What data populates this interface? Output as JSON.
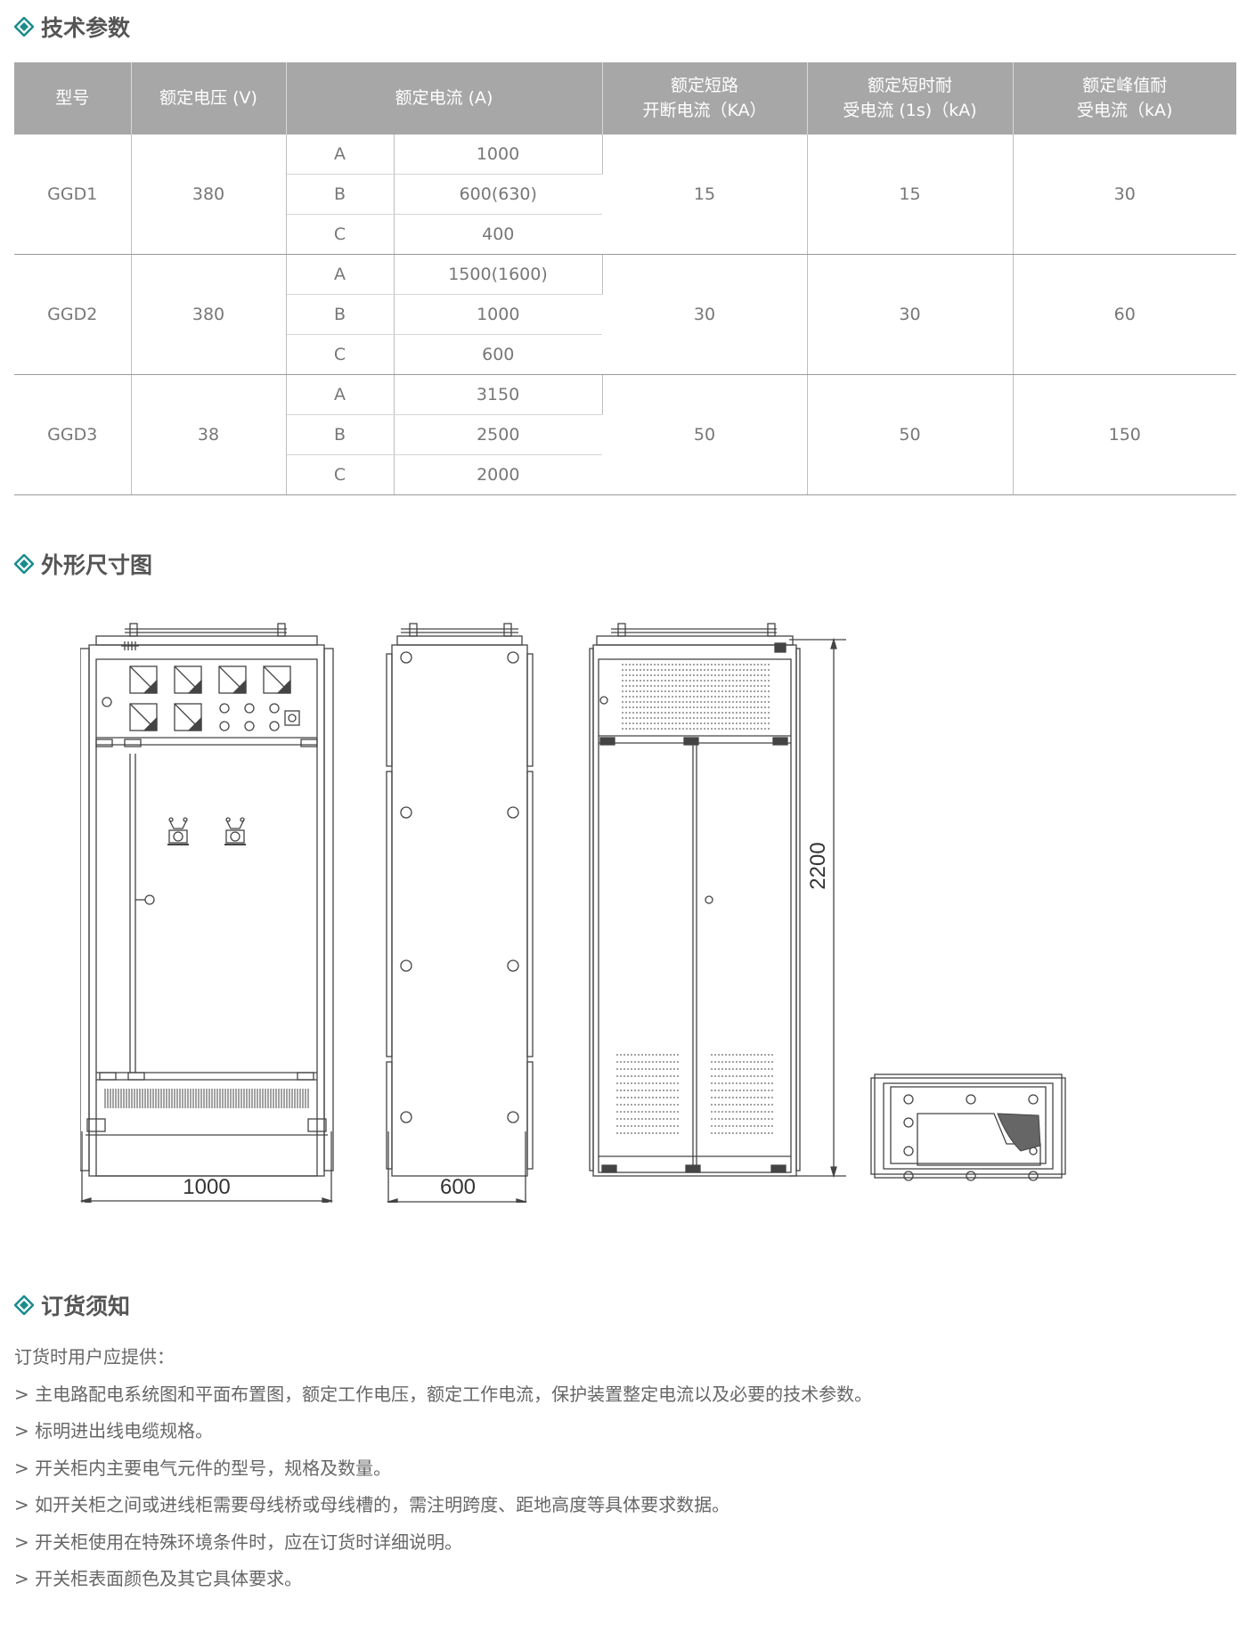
{
  "sections": {
    "tech": "技术参数",
    "dims": "外形尺寸图",
    "order": "订货须知"
  },
  "table": {
    "headers": {
      "model": "型号",
      "voltage": "额定电压 (V)",
      "current": "额定电流 (A)",
      "breaking_l1": "额定短路",
      "breaking_l2": "开断电流（KA）",
      "short_l1": "额定短时耐",
      "short_l2": "受电流 (1s)（kA)",
      "peak_l1": "额定峰值耐",
      "peak_l2": "受电流（kA)"
    },
    "rows": [
      {
        "model": "GGD1",
        "voltage": "380",
        "breaking": "15",
        "short": "15",
        "peak": "30",
        "currents": [
          {
            "grade": "A",
            "value": "1000"
          },
          {
            "grade": "B",
            "value": "600(630)"
          },
          {
            "grade": "C",
            "value": "400"
          }
        ]
      },
      {
        "model": "GGD2",
        "voltage": "380",
        "breaking": "30",
        "short": "30",
        "peak": "60",
        "currents": [
          {
            "grade": "A",
            "value": "1500(1600)"
          },
          {
            "grade": "B",
            "value": "1000"
          },
          {
            "grade": "C",
            "value": "600"
          }
        ]
      },
      {
        "model": "GGD3",
        "voltage": "38",
        "breaking": "50",
        "short": "50",
        "peak": "150",
        "currents": [
          {
            "grade": "A",
            "value": "3150"
          },
          {
            "grade": "B",
            "value": "2500"
          },
          {
            "grade": "C",
            "value": "2000"
          }
        ]
      }
    ]
  },
  "dimensions": {
    "front_width": "1000",
    "side_depth": "600",
    "height": "2200"
  },
  "order_notes": {
    "intro": "订货时用户应提供：",
    "items": [
      "> 主电路配电系统图和平面布置图，额定工作电压，额定工作电流，保护装置整定电流以及必要的技术参数。",
      "> 标明进出线电缆规格。",
      "> 开关柜内主要电气元件的型号，规格及数量。",
      "> 如开关柜之间或进线柜需要母线桥或母线槽的，需注明跨度、距地高度等具体要求数据。",
      "> 开关柜使用在特殊环境条件时，应在订货时详细说明。",
      "> 开关柜表面颜色及其它具体要求。"
    ]
  },
  "colors": {
    "accent": "#1a8c8c",
    "header_bg": "#a7a7a7",
    "text": "#666666"
  }
}
